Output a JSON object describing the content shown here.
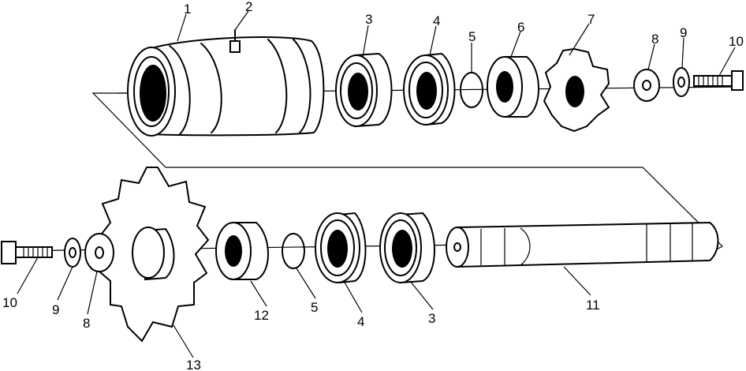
{
  "parts": [
    {
      "id": "housing",
      "callout": "1"
    },
    {
      "id": "grease-fitting",
      "callout": "2"
    },
    {
      "id": "bearing-upper",
      "callout": "3"
    },
    {
      "id": "seal-upper",
      "callout": "4"
    },
    {
      "id": "o-ring-upper",
      "callout": "5"
    },
    {
      "id": "spacer-upper",
      "callout": "6"
    },
    {
      "id": "small-sprocket",
      "callout": "7"
    },
    {
      "id": "washer-upper",
      "callout": "8"
    },
    {
      "id": "lock-washer-upper",
      "callout": "9"
    },
    {
      "id": "bolt-upper",
      "callout": "10"
    },
    {
      "id": "shaft",
      "callout": "11"
    },
    {
      "id": "spacer-lower",
      "callout": "12"
    },
    {
      "id": "large-sprocket",
      "callout": "13"
    },
    {
      "id": "o-ring-lower",
      "callout": "5"
    },
    {
      "id": "seal-lower",
      "callout": "4"
    },
    {
      "id": "bearing-lower",
      "callout": "3"
    },
    {
      "id": "washer-lower",
      "callout": "8"
    },
    {
      "id": "lock-washer-lower",
      "callout": "9"
    },
    {
      "id": "bolt-lower",
      "callout": "10"
    }
  ]
}
